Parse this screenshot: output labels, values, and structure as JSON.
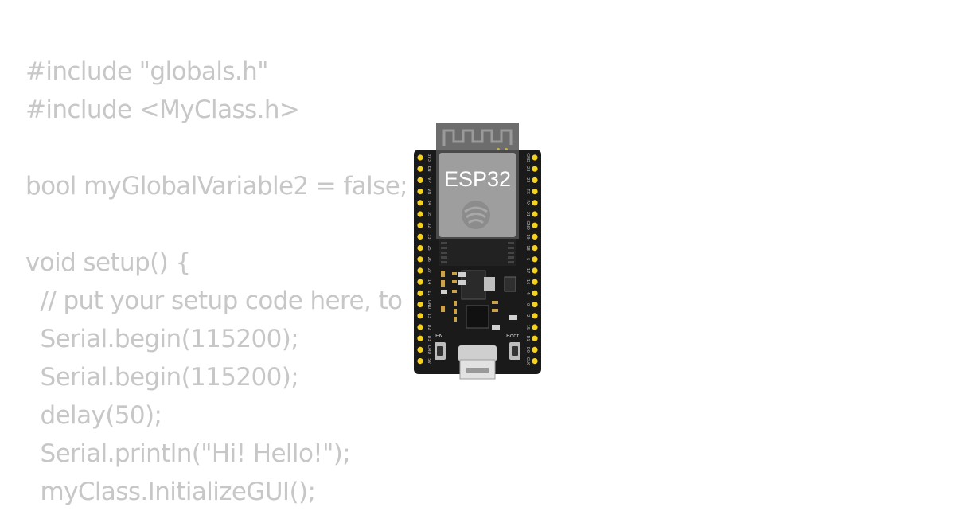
{
  "code": {
    "lines": [
      "#include \"globals.h\"",
      "#include <MyClass.h>",
      "",
      "bool myGlobalVariable2 = false;",
      "",
      "void setup() {",
      "  // put your setup code here, to",
      "  Serial.begin(115200);",
      "  Serial.begin(115200);",
      "  delay(50);",
      "  Serial.println(\"Hi! Hello!\");",
      "  myClass.InitializeGUI();"
    ]
  },
  "board": {
    "label": "ESP32",
    "left_pins": [
      "3V3",
      "EN",
      "VP",
      "VN",
      "34",
      "35",
      "32",
      "33",
      "25",
      "26",
      "27",
      "14",
      "12",
      "GND",
      "13",
      "D2",
      "D3",
      "CMD",
      "5V"
    ],
    "right_pins": [
      "GND",
      "23",
      "22",
      "TX",
      "RX",
      "21",
      "GND",
      "19",
      "18",
      "5",
      "17",
      "16",
      "4",
      "0",
      "2",
      "15",
      "D1",
      "D0",
      "CLK"
    ],
    "en_label": "EN",
    "boot_label": "Boot",
    "colors": {
      "pcb": "#1a1a1a",
      "module": "#9e9e9e",
      "pin": "#f5d21e",
      "code_text": "#c7c7c7"
    }
  }
}
